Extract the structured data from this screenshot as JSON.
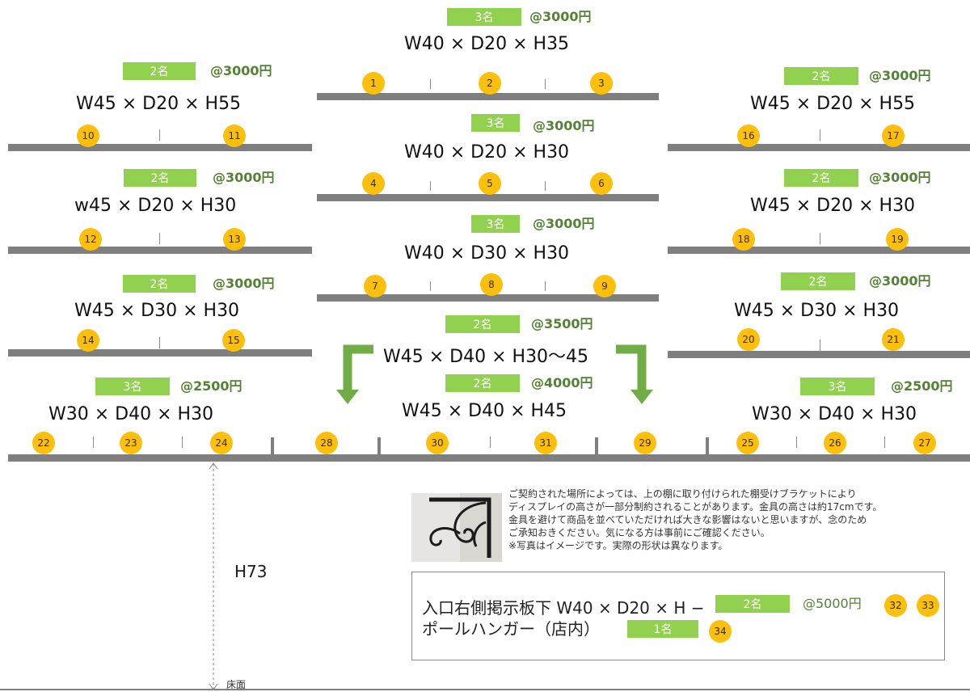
{
  "shelves": [
    {
      "capacity": "3名",
      "price": "@3000円",
      "size": "W40 × D20 × H35",
      "spots": [
        "1",
        "2",
        "3"
      ]
    },
    {
      "capacity": "2名",
      "price": "@3000円",
      "size": "W45 × D20 × H55",
      "spots": [
        "10",
        "11"
      ]
    },
    {
      "capacity": "2名",
      "price": "@3000円",
      "size": "W45 × D20 × H55",
      "spots": [
        "16",
        "17"
      ]
    },
    {
      "capacity": "3名",
      "price": "@3000円",
      "size": "W40 × D20 × H30",
      "spots": [
        "4",
        "5",
        "6"
      ]
    },
    {
      "capacity": "2名",
      "price": "@3000円",
      "size": "w45 × D20 × H30",
      "spots": [
        "12",
        "13"
      ]
    },
    {
      "capacity": "2名",
      "price": "@3000円",
      "size": "W45 × D20 × H30",
      "spots": [
        "18",
        "19"
      ]
    },
    {
      "capacity": "3名",
      "price": "@3000円",
      "size": "W40 × D30 × H30",
      "spots": [
        "7",
        "8",
        "9"
      ]
    },
    {
      "capacity": "2名",
      "price": "@3000円",
      "size": "W45 × D30 × H30",
      "spots": [
        "14",
        "15"
      ]
    },
    {
      "capacity": "2名",
      "price": "@3000円",
      "size": "W45 × D30 × H30",
      "spots": [
        "20",
        "21"
      ]
    },
    {
      "capacity": "2名",
      "price": "@3500円",
      "size": "W45 × D40 × H30〜45",
      "spots": [
        "28",
        "29"
      ]
    },
    {
      "capacity": "3名",
      "price": "@2500円",
      "size": "W30 × D40 × H30",
      "spots": [
        "22",
        "23",
        "24"
      ]
    },
    {
      "capacity": "2名",
      "price": "@4000円",
      "size": "W45 × D40 × H45",
      "spots": [
        "30",
        "31"
      ]
    },
    {
      "capacity": "3名",
      "price": "@2500円",
      "size": "W30 × D40 × H30",
      "spots": [
        "25",
        "26",
        "27"
      ]
    }
  ],
  "note": [
    "ご契約された場所によっては、上の棚に取り付けられた棚受けブラケットにより",
    "ディスプレイの高さが一部分制約されることがあります。金具の高さは約17cmです。",
    "金具を避けて商品を並べていただければ大きな影響はないと思いますが、念のため",
    "ご承知おきください。気になる方は事前にご確認ください。",
    "※写真はイメージです。実際の形状は異なります。"
  ],
  "extra": {
    "line1": "入口右側掲示板下 W40 × D20 × H −",
    "line1_capacity": "2名",
    "line1_price": "@5000円",
    "line1_spots": [
      "32",
      "33"
    ],
    "line2": "ポールハンガー（店内）",
    "line2_capacity": "1名",
    "line2_spots": [
      "34"
    ]
  },
  "height_label": "H73",
  "floor_label": "床面",
  "colors": {
    "shelf": "#7f7f7f",
    "capacity_bg": "#92d050",
    "price_text": "#548235",
    "badge": "#fcc00c"
  }
}
